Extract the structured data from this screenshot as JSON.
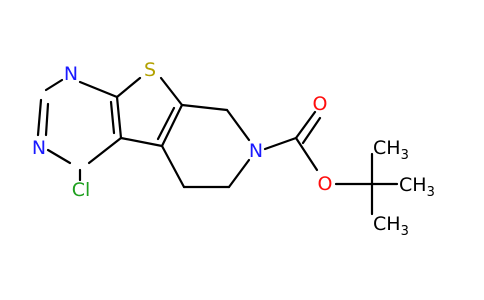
{
  "molecule": {
    "atoms": {
      "s": "S",
      "n_top": "N",
      "n_left": "N",
      "cl": "Cl",
      "n_ring": "N",
      "o_carbonyl": "O",
      "o_ester": "O",
      "ch3": "CH",
      "ch3_sub": "3"
    },
    "colors": {
      "bond": "#000000",
      "nitrogen": "#1a1aff",
      "oxygen": "#ff0d0d",
      "sulfur": "#b2a100",
      "chlorine": "#1fa01f",
      "carbon": "#000000"
    }
  }
}
